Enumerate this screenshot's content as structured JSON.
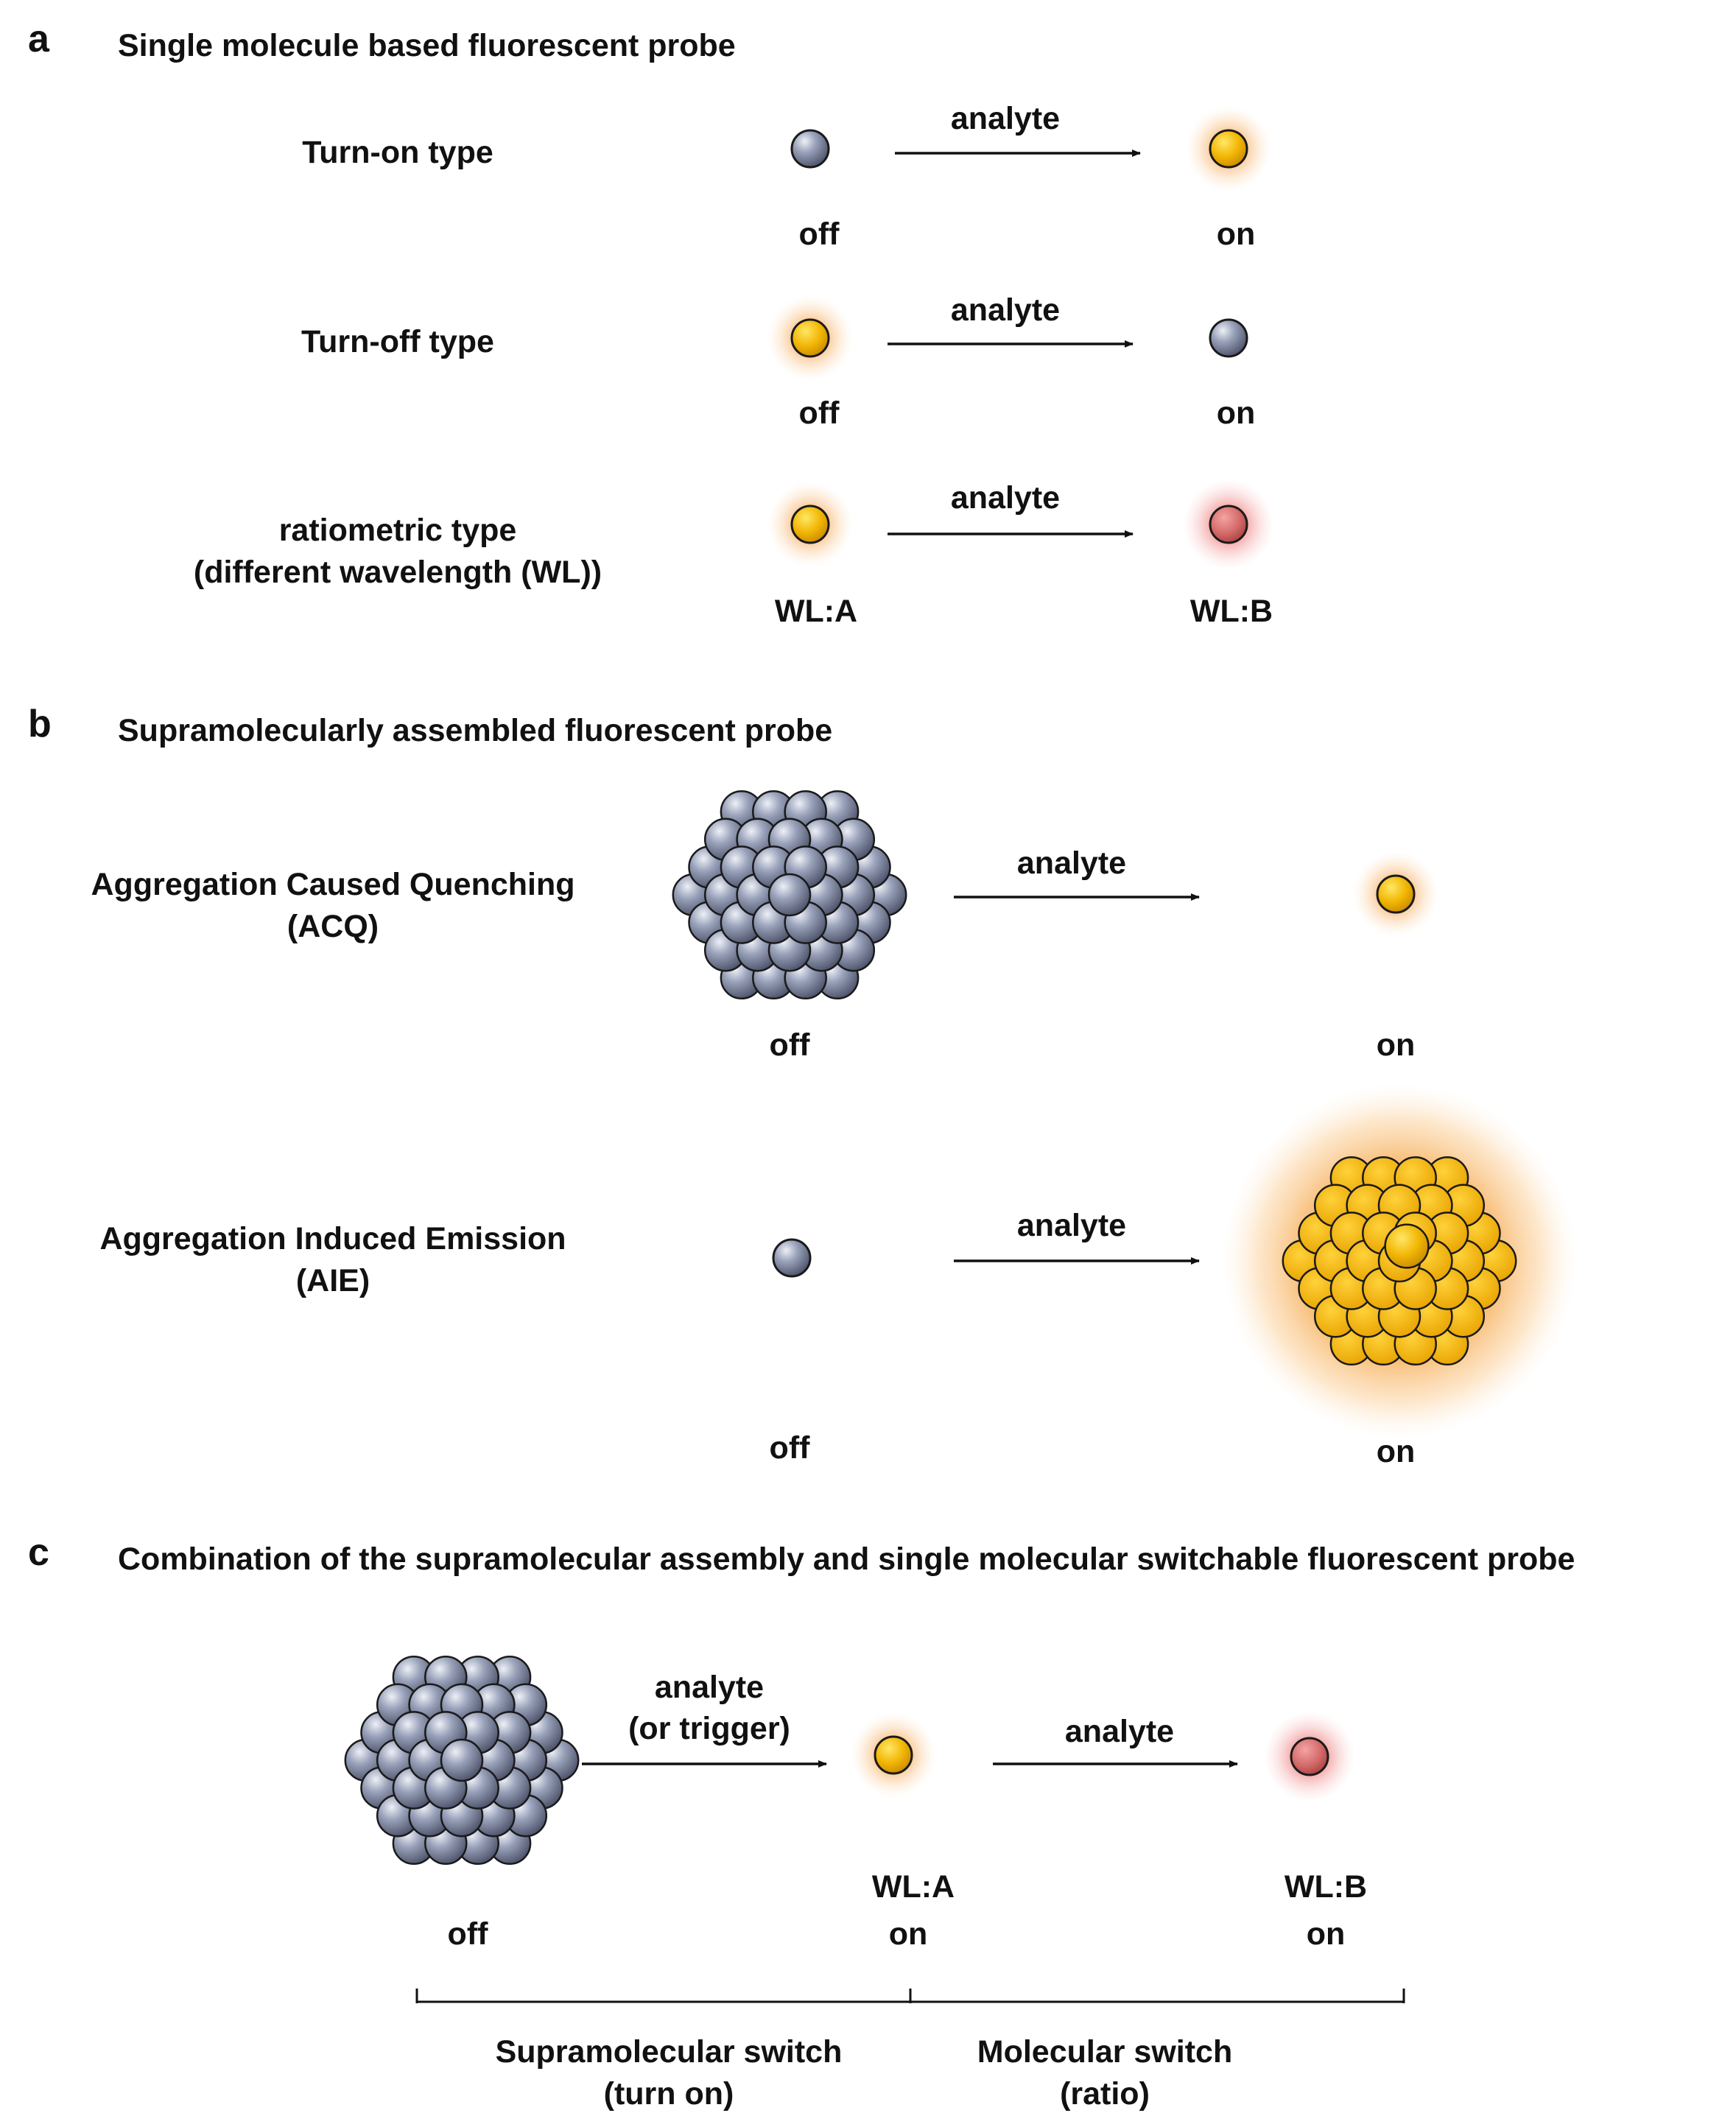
{
  "panels": {
    "a": {
      "letter": "a",
      "title": "Single molecule based fluorescent probe",
      "rows": [
        {
          "label_lines": [
            "Turn-on type"
          ],
          "arrow_label": "analyte",
          "left_state": "off",
          "right_state": "on",
          "left_molecule": "gray",
          "right_molecule": "yellow-glow"
        },
        {
          "label_lines": [
            "Turn-off type"
          ],
          "arrow_label": "analyte",
          "left_state": "off",
          "right_state": "on",
          "left_molecule": "yellow-glow",
          "right_molecule": "gray"
        },
        {
          "label_lines": [
            "ratiometric type",
            "(different wavelength (WL))"
          ],
          "arrow_label": "analyte",
          "left_state": "WL:A",
          "right_state": "WL:B",
          "left_molecule": "yellow-glow",
          "right_molecule": "red-glow"
        }
      ]
    },
    "b": {
      "letter": "b",
      "title": "Supramolecularly assembled fluorescent probe",
      "rows": [
        {
          "label_lines": [
            "Aggregation Caused Quenching",
            "(ACQ)"
          ],
          "arrow_label": "analyte",
          "left_state": "off",
          "right_state": "on",
          "left_molecule": "gray-cluster",
          "right_molecule": "yellow-glow"
        },
        {
          "label_lines": [
            "Aggregation Induced Emission",
            "(AIE)"
          ],
          "arrow_label": "analyte",
          "left_state": "off",
          "right_state": "on",
          "left_molecule": "gray",
          "right_molecule": "yellow-cluster-glow"
        }
      ]
    },
    "c": {
      "letter": "c",
      "title": "Combination of the supramolecular assembly and single molecular switchable fluorescent probe",
      "arrow1_label_lines": [
        "analyte",
        "(or trigger)"
      ],
      "arrow2_label": "analyte",
      "state_off": "off",
      "state_mid_wl": "WL:A",
      "state_mid_on": "on",
      "state_end_wl": "WL:B",
      "state_end_on": "on",
      "bracket_left_lines": [
        "Supramolecular switch",
        "(turn on)"
      ],
      "bracket_right_lines": [
        "Molecular switch",
        "(ratio)"
      ]
    }
  },
  "colors": {
    "gray_molecule": "#8a93ab",
    "yellow_molecule": "#f2b705",
    "red_molecule": "#d46a6a",
    "glow_orange": "#f7b26a",
    "glow_red": "#f08a8a",
    "outline": "#1a1a1a"
  }
}
